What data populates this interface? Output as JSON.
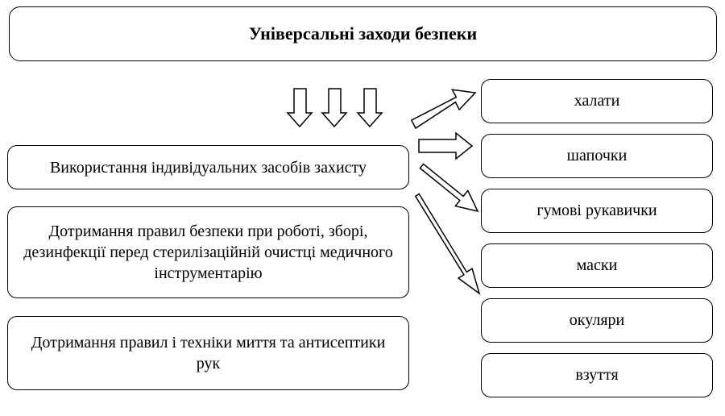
{
  "title": "Універсальні заходи безпеки",
  "measures": [
    "Використання індивідуальних засобів захисту",
    "Дотримання правил безпеки при роботі, зборі, дезинфекції перед стерилізаційній очистці медичного інструментарію",
    "Дотримання правил і техніки миття та антисептики рук"
  ],
  "ppe_items": [
    "халати",
    "шапочки",
    "гумові рукавички",
    "маски",
    "окуляри",
    "взуття"
  ]
}
